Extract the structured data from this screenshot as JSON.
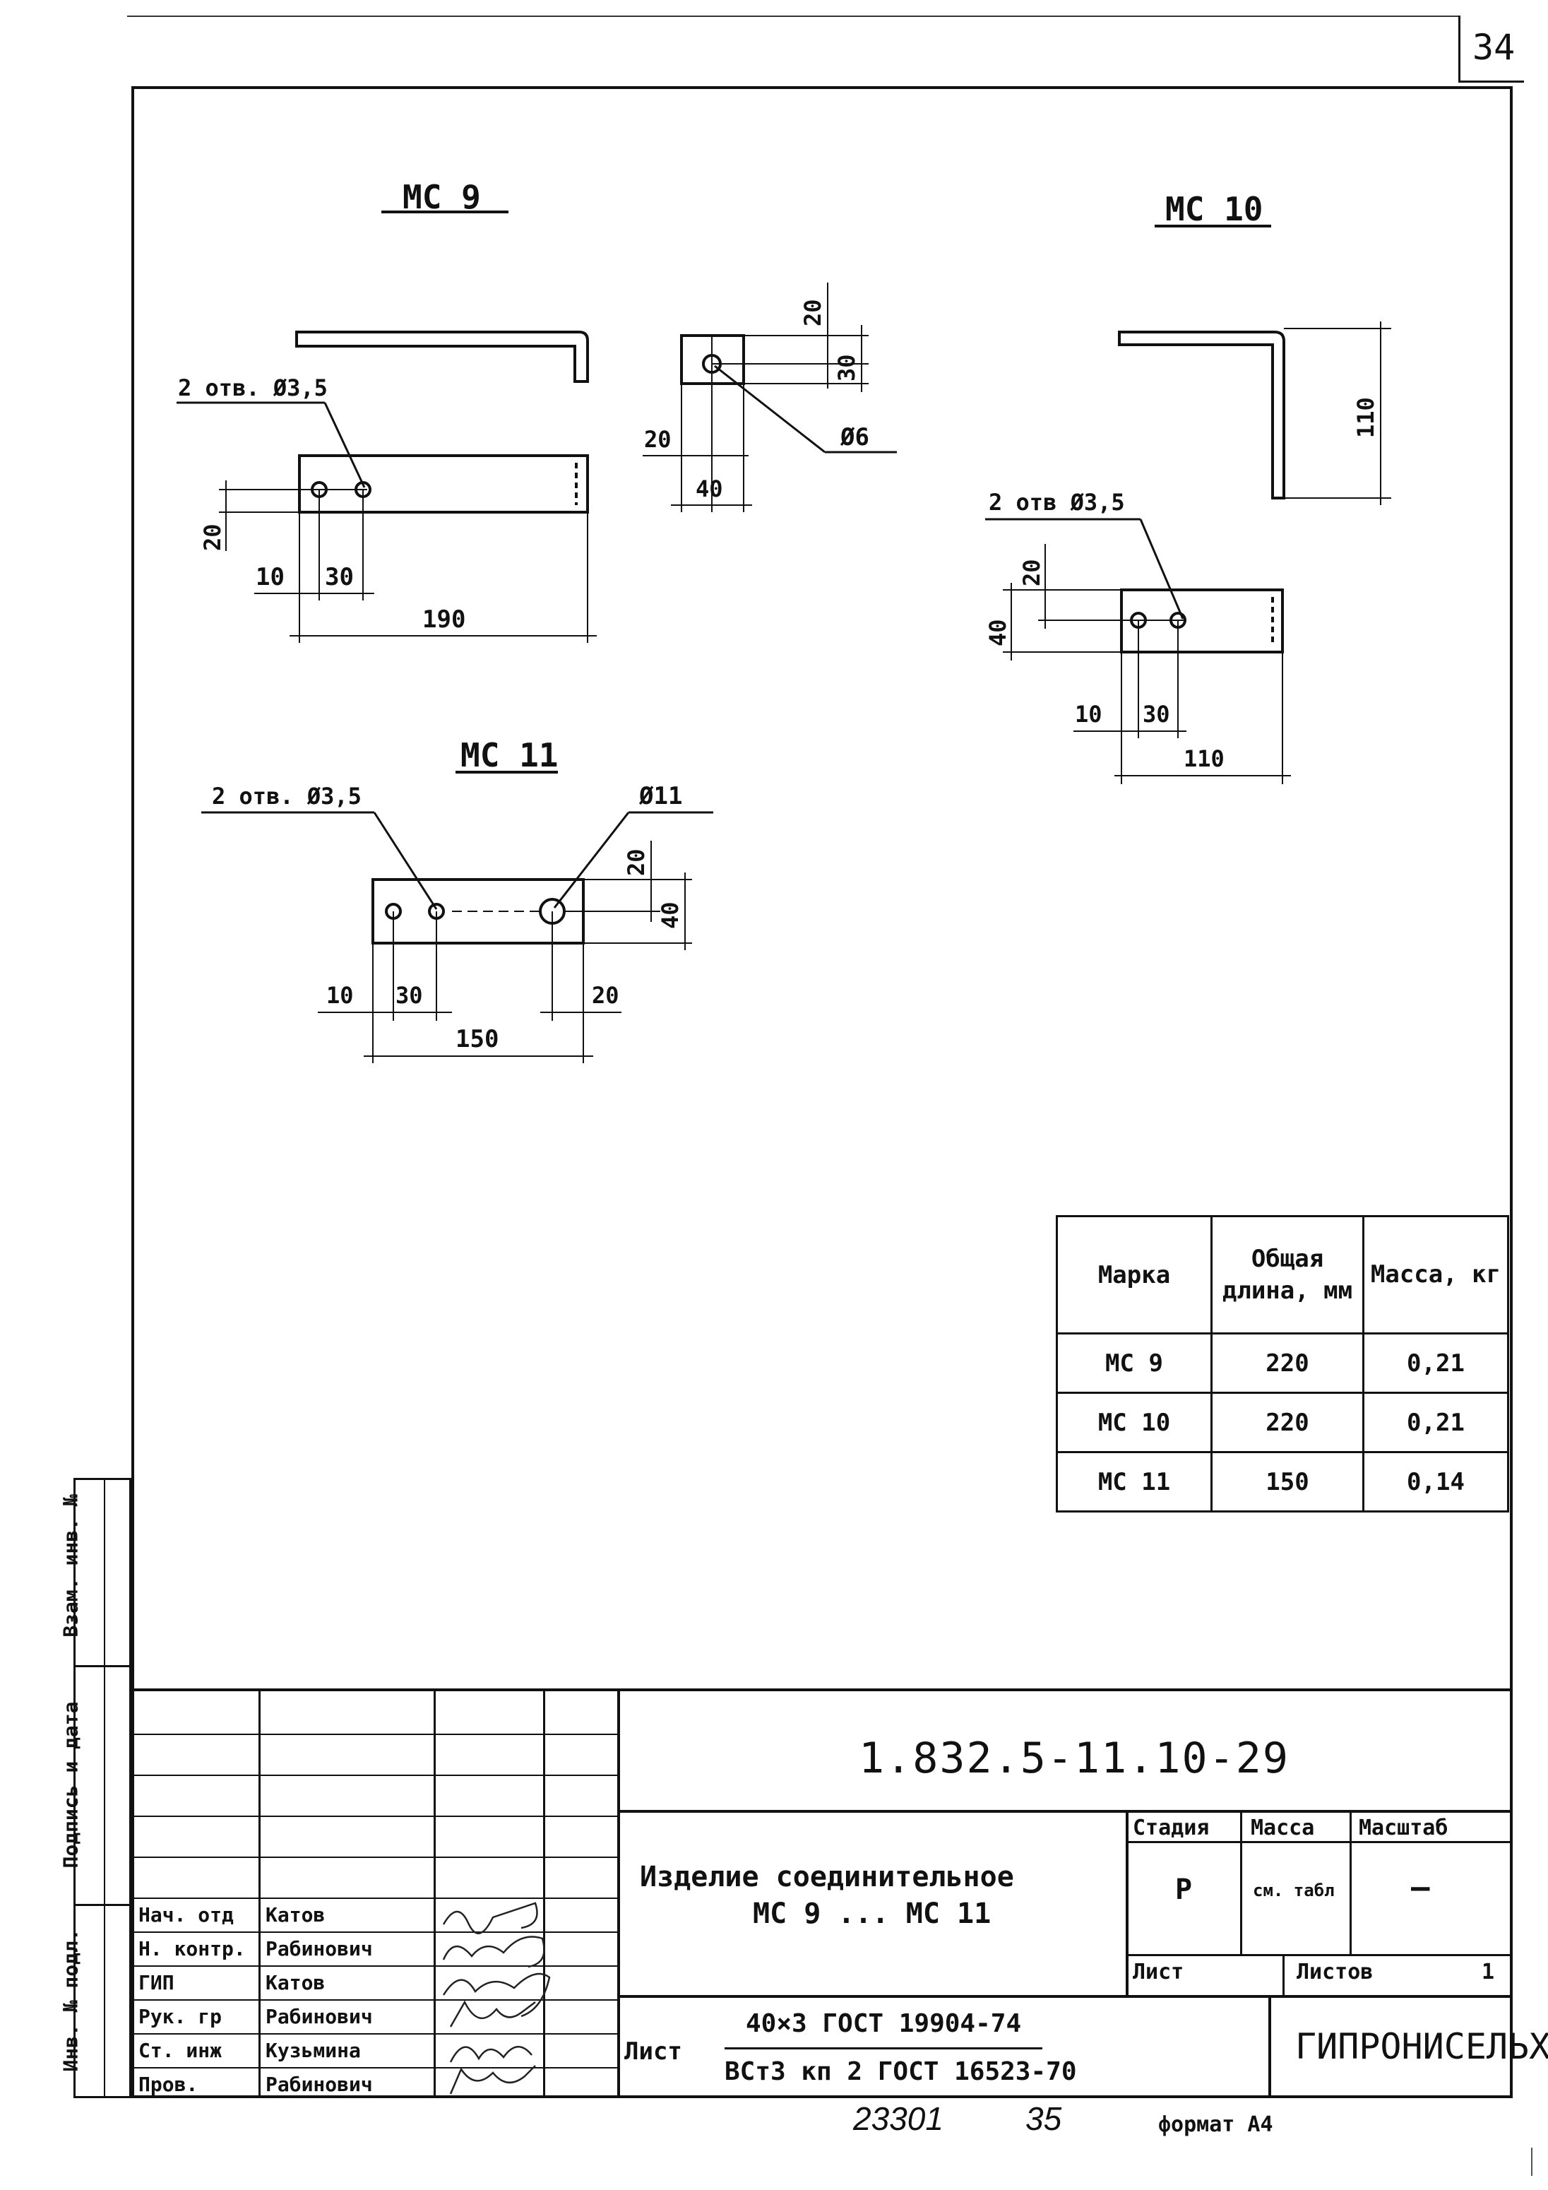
{
  "page_number": "34",
  "drawings": {
    "mc9": {
      "title": "МС 9",
      "holes_label": "2 отв. Ø3,5",
      "dims": {
        "d20": "20",
        "d10": "10",
        "d30": "30",
        "d190": "190"
      }
    },
    "mc9_end": {
      "d20": "20",
      "d30": "30",
      "d40": "40",
      "d20b": "20",
      "hole": "Ø6"
    },
    "mc10": {
      "title": "МС 10",
      "holes_label": "2 отв Ø3,5",
      "dims": {
        "d110v": "110",
        "d20": "20",
        "d40": "40",
        "d10": "10",
        "d30": "30",
        "d110": "110"
      }
    },
    "mc11": {
      "title": "МС 11",
      "holes_label": "2 отв. Ø3,5",
      "hole_big": "Ø11",
      "dims": {
        "d20": "20",
        "d40": "40",
        "d10": "10",
        "d30": "30",
        "d20b": "20",
        "d150": "150"
      }
    }
  },
  "spec_table": {
    "headers": [
      "Марка",
      "Общая длина, мм",
      "Масса, кг"
    ],
    "rows": [
      [
        "МС 9",
        "220",
        "0,21"
      ],
      [
        "МС 10",
        "220",
        "0,21"
      ],
      [
        "МС 11",
        "150",
        "0,14"
      ]
    ]
  },
  "side_stamp": {
    "vzam": "Взам. инв. №",
    "podpis": "Подпись и дата",
    "inv": "Инв. № подл."
  },
  "title_block": {
    "doc_code": "1.832.5-11.10-29",
    "roles": [
      {
        "role": "Нач. отд",
        "name": "Катов"
      },
      {
        "role": "Н. контр.",
        "name": "Рабинович"
      },
      {
        "role": "ГИП",
        "name": "Катов"
      },
      {
        "role": "Рук. гр",
        "name": "Рабинович"
      },
      {
        "role": "Ст. инж",
        "name": "Кузьмина"
      },
      {
        "role": "Пров.",
        "name": "Рабинович"
      }
    ],
    "item_name_1": "Изделие соединительное",
    "item_name_2": "МС 9 ... МС 11",
    "material_label": "Лист",
    "material_top": "40×3 ГОСТ 19904-74",
    "material_bottom": "ВСт3 кп 2 ГОСТ 16523-70",
    "stage_header": "Стадия",
    "mass_header": "Масса",
    "scale_header": "Масштаб",
    "stage_value": "Р",
    "mass_value": "см. табл",
    "scale_value": "—",
    "sheet_label": "Лист",
    "sheets_label": "Листов",
    "sheets_value": "1",
    "organization": "ГИПРОНИСЕЛЬХОЗ"
  },
  "footer": {
    "number_a": "23301",
    "number_b": "35",
    "format": "формат А4"
  }
}
